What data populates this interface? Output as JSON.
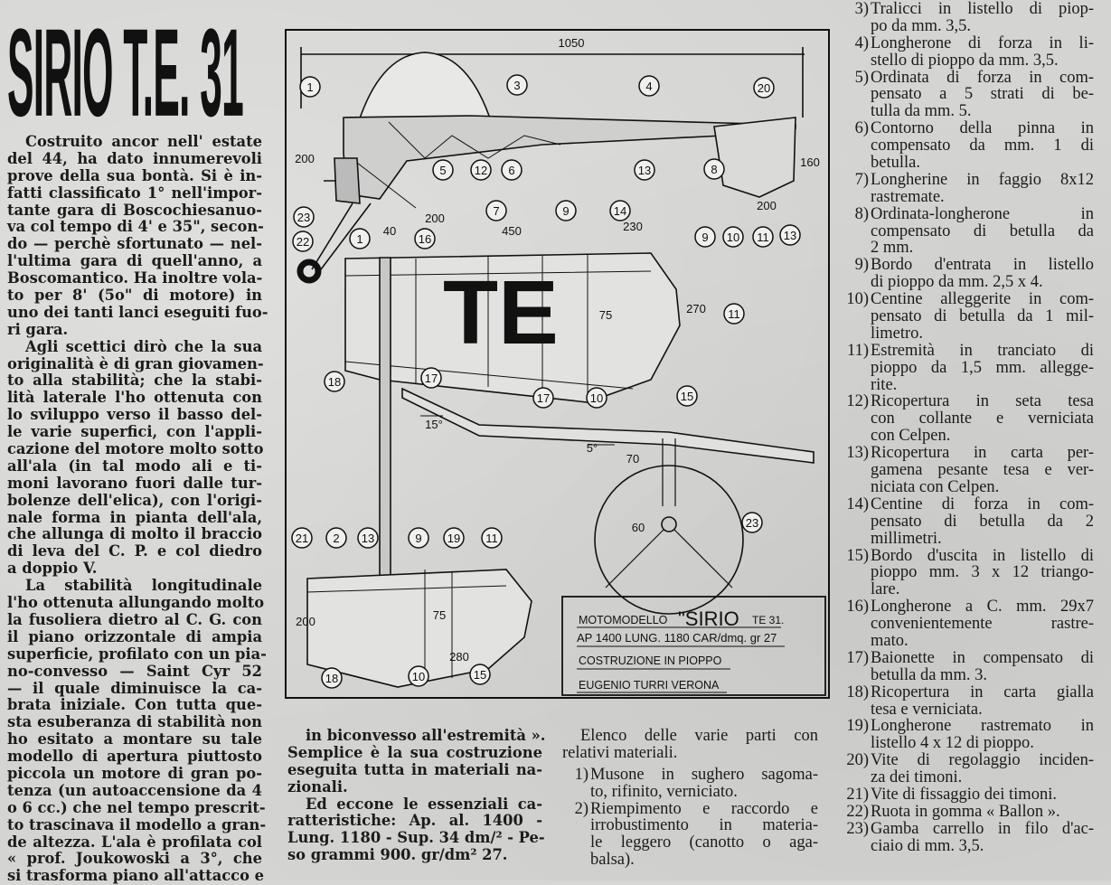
{
  "title": "SIRIO T.E. 31",
  "left_column": [
    {
      "lines": [
        "Costruito  ancor  nell' estate",
        "del 44, ha dato innumerevoli",
        "prove della sua bontà. Si è in-",
        "fatti classificato 1° nell'impor-",
        "tante gara di Boscochiesanuo-",
        "va col tempo di 4' e 35\", secon-",
        "do — perchè sfortunato — nel-",
        "l'ultima gara di quell'anno, a",
        "Boscomantico. Ha inoltre vola-",
        "to per 8' (5o\" di motore) in",
        "uno dei tanti lanci eseguiti fuo-",
        "ri gara."
      ]
    },
    {
      "lines": [
        "Agli scettici dirò che la sua",
        "originalità è di gran giovamen-",
        "to alla stabilità; che la stabi-",
        "lità laterale l'ho ottenuta con",
        "lo sviluppo verso il basso del-",
        "le varie superfici, con l'appli-",
        "cazione del motore molto sotto",
        "all'ala (in tal modo ali e ti-",
        "moni lavorano fuori dalle tur-",
        "bolenze dell'elica), con l'origi-",
        "nale forma in pianta dell'ala,",
        "che allunga di molto il braccio",
        "di leva del C. P. e col diedro",
        "a doppio V."
      ]
    },
    {
      "lines": [
        "La  stabilità  longitudinale",
        "l'ho ottenuta allungando molto",
        "la fusoliera dietro al C. G. con",
        "il piano orizzontale di ampia",
        "superficie, profilato con un pia-",
        "no-convesso — Saint Cyr 52",
        "— il quale diminuisce la ca-",
        "brata iniziale. Con tutta que-",
        "sta esuberanza di stabilità non",
        "ho esitato a montare su tale",
        "modello di apertura piuttosto",
        "piccola un motore di gran po-",
        "tenza (un autoaccensione da 4",
        "o 6 cc.) che nel tempo prescrit-",
        "to trascinava il modello a gran-",
        "de altezza. L'ala è profilata col",
        "« prof. Joukowoski a 3°, che",
        "si trasforma piano all'attacco e"
      ]
    }
  ],
  "middle_column": [
    {
      "lines": [
        "in  biconvesso  all'estremità ».",
        "Semplice è la sua costruzione",
        "eseguita tutta in materiali na-",
        "zionali."
      ]
    },
    {
      "lines": [
        "Ed eccone le essenziali ca-",
        "ratteristiche: Ap. al. 1400 -",
        "Lung. 1180 - Sup. 34 dm/² - Pe-",
        "so grammi 900. gr/dm² 27."
      ]
    }
  ],
  "parts_intro": [
    "Elenco delle varie parti con",
    "relativi materiali."
  ],
  "parts": [
    {
      "n": "1)",
      "lines": [
        "Musone in sughero sagoma-",
        "to, rifinito, verniciato."
      ]
    },
    {
      "n": "2)",
      "lines": [
        "Riempimento e raccordo e",
        "irrobustimento in materia-",
        "le leggero (canotto o aga-",
        "balsa)."
      ]
    },
    {
      "n": "3)",
      "lines": [
        "Tralicci in listello di piop-",
        "po da mm. 3,5."
      ]
    },
    {
      "n": "4)",
      "lines": [
        "Longherone di forza in li-",
        "stello di pioppo da mm. 3,5."
      ]
    },
    {
      "n": "5)",
      "lines": [
        "Ordinata di forza in com-",
        "pensato a 5 strati di be-",
        "tulla da mm. 5."
      ]
    },
    {
      "n": "6)",
      "lines": [
        "Contorno della pinna in",
        "compensato da mm. 1 di",
        "betulla."
      ]
    },
    {
      "n": "7)",
      "lines": [
        "Longherine in faggio 8x12",
        "rastremate."
      ]
    },
    {
      "n": "8)",
      "lines": [
        "Ordinata-longherone in",
        "compensato di betulla da",
        "2 mm."
      ]
    },
    {
      "n": "9)",
      "lines": [
        "Bordo d'entrata in listello",
        "di pioppo da mm. 2,5 x 4."
      ]
    },
    {
      "n": "10)",
      "lines": [
        "Centine alleggerite in com-",
        "pensato di betulla da 1 mil-",
        "limetro."
      ]
    },
    {
      "n": "11)",
      "lines": [
        "Estremità in tranciato di",
        "pioppo da 1,5 mm. allegge-",
        "rite."
      ]
    },
    {
      "n": "12)",
      "lines": [
        "Ricopertura in seta tesa",
        "con collante e verniciata",
        "con Celpen."
      ]
    },
    {
      "n": "13)",
      "lines": [
        "Ricopertura in carta per-",
        "gamena pesante tesa e ver-",
        "niciata con Celpen."
      ]
    },
    {
      "n": "14)",
      "lines": [
        "Centine di forza in com-",
        "pensato di betulla da 2",
        "millimetri."
      ]
    },
    {
      "n": "15)",
      "lines": [
        "Bordo d'uscita in listello di",
        "pioppo mm. 3 x 12 triango-",
        "lare."
      ]
    },
    {
      "n": "16)",
      "lines": [
        "Longherone a C. mm. 29x7",
        "convenientemente   rastre-",
        "mato."
      ]
    },
    {
      "n": "17)",
      "lines": [
        "Baionette in compensato di",
        "betulla da mm. 3."
      ]
    },
    {
      "n": "18)",
      "lines": [
        "Ricopertura in carta gialla",
        "tesa e verniciata."
      ]
    },
    {
      "n": "19)",
      "lines": [
        "Longherone rastremato in",
        "listello 4 x 12 di pioppo."
      ]
    },
    {
      "n": "20)",
      "lines": [
        "Vite di regolaggio inciden-",
        "za dei timoni."
      ]
    },
    {
      "n": "21)",
      "lines": [
        "Vite di fissaggio dei timoni."
      ]
    },
    {
      "n": "22)",
      "lines": [
        "Ruota in gomma « Ballon »."
      ]
    },
    {
      "n": "23)",
      "lines": [
        "Gamba carrello in filo d'ac-",
        "ciaio di mm. 3,5."
      ]
    }
  ],
  "drawing": {
    "wing_lettering": "TE",
    "callouts": [
      "1",
      "3",
      "4",
      "20",
      "5",
      "12",
      "6",
      "13",
      "8",
      "7",
      "23",
      "22",
      "1",
      "16",
      "9",
      "14",
      "9",
      "10",
      "11",
      "13",
      "11",
      "18",
      "17",
      "17",
      "10",
      "15",
      "23",
      "21",
      "2",
      "13",
      "9",
      "19",
      "11",
      "18",
      "10",
      "15"
    ],
    "dimensions": [
      "1050",
      "200",
      "160",
      "200",
      "200",
      "230",
      "40",
      "450",
      "75",
      "270",
      "15°",
      "5°",
      "70",
      "60",
      "200",
      "75",
      "280"
    ],
    "title_block": {
      "line1_prefix": "MOTOMODELLO",
      "line1_name": "\"SIRIO",
      "line1_suffix": "TE 31.",
      "line2": "AP 1400  LUNG. 1180 CAR/dmq. gr 27",
      "line3": "COSTRUZIONE IN PIOPPO",
      "line4": "EUGENIO TURRI  VERONA"
    }
  }
}
